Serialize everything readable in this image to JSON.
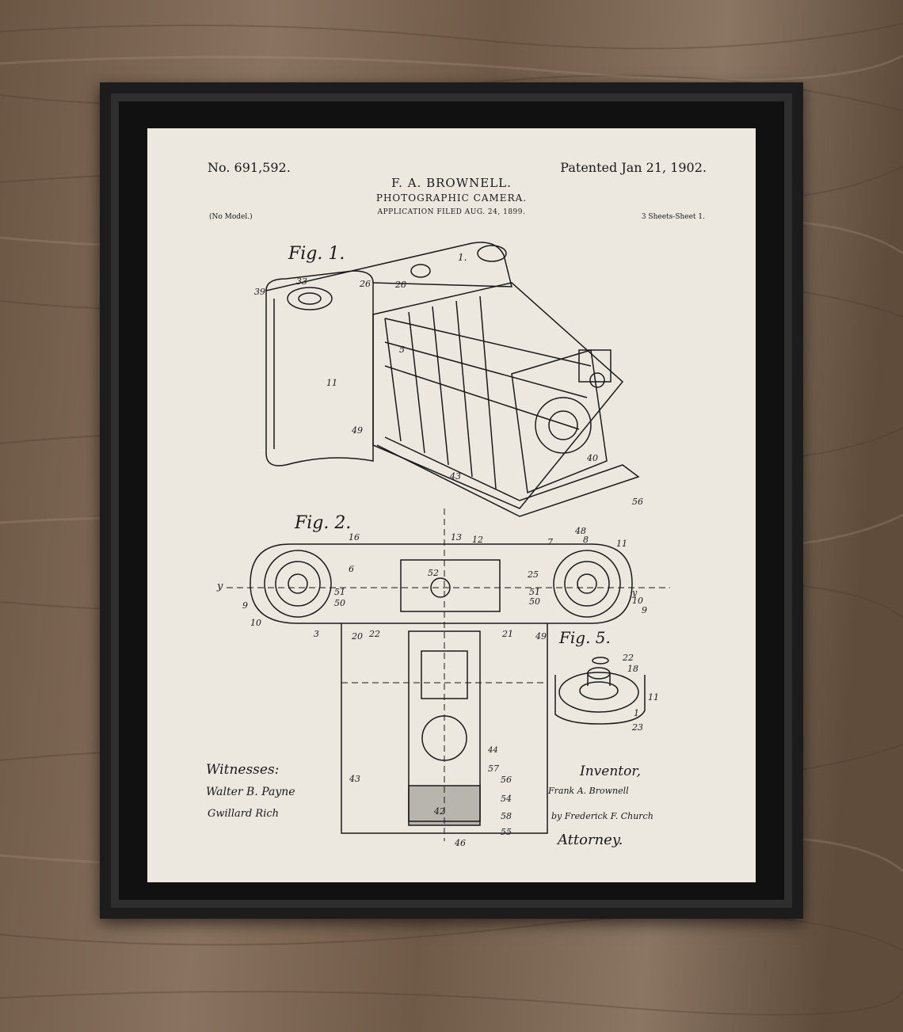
{
  "patent": {
    "number": "No. 691,592.",
    "date": "Patented Jan 21, 1902.",
    "inventor_name": "F. A. BROWNELL.",
    "title": "PHOTOGRAPHIC CAMERA.",
    "filed": "APPLICATION FILED AUG. 24, 1899.",
    "no_model": "(No Model.)",
    "sheets": "3 Sheets-Sheet 1."
  },
  "figures": {
    "fig1": "Fig. 1.",
    "fig2": "Fig. 2.",
    "fig5": "Fig. 5."
  },
  "signatures": {
    "witnesses_heading": "Witnesses:",
    "witness1": "Walter B. Payne",
    "witness2": "Gwillard Rich",
    "inventor_heading": "Inventor,",
    "inventor_signature": "Frank A. Brownell",
    "attorney_line": "by Frederick F. Church",
    "attorney_heading": "Attorney."
  },
  "colors": {
    "wood": "#7a6553",
    "frame": "#1c1c1c",
    "paper": "#ece7df",
    "ink": "#1a1a1a"
  }
}
